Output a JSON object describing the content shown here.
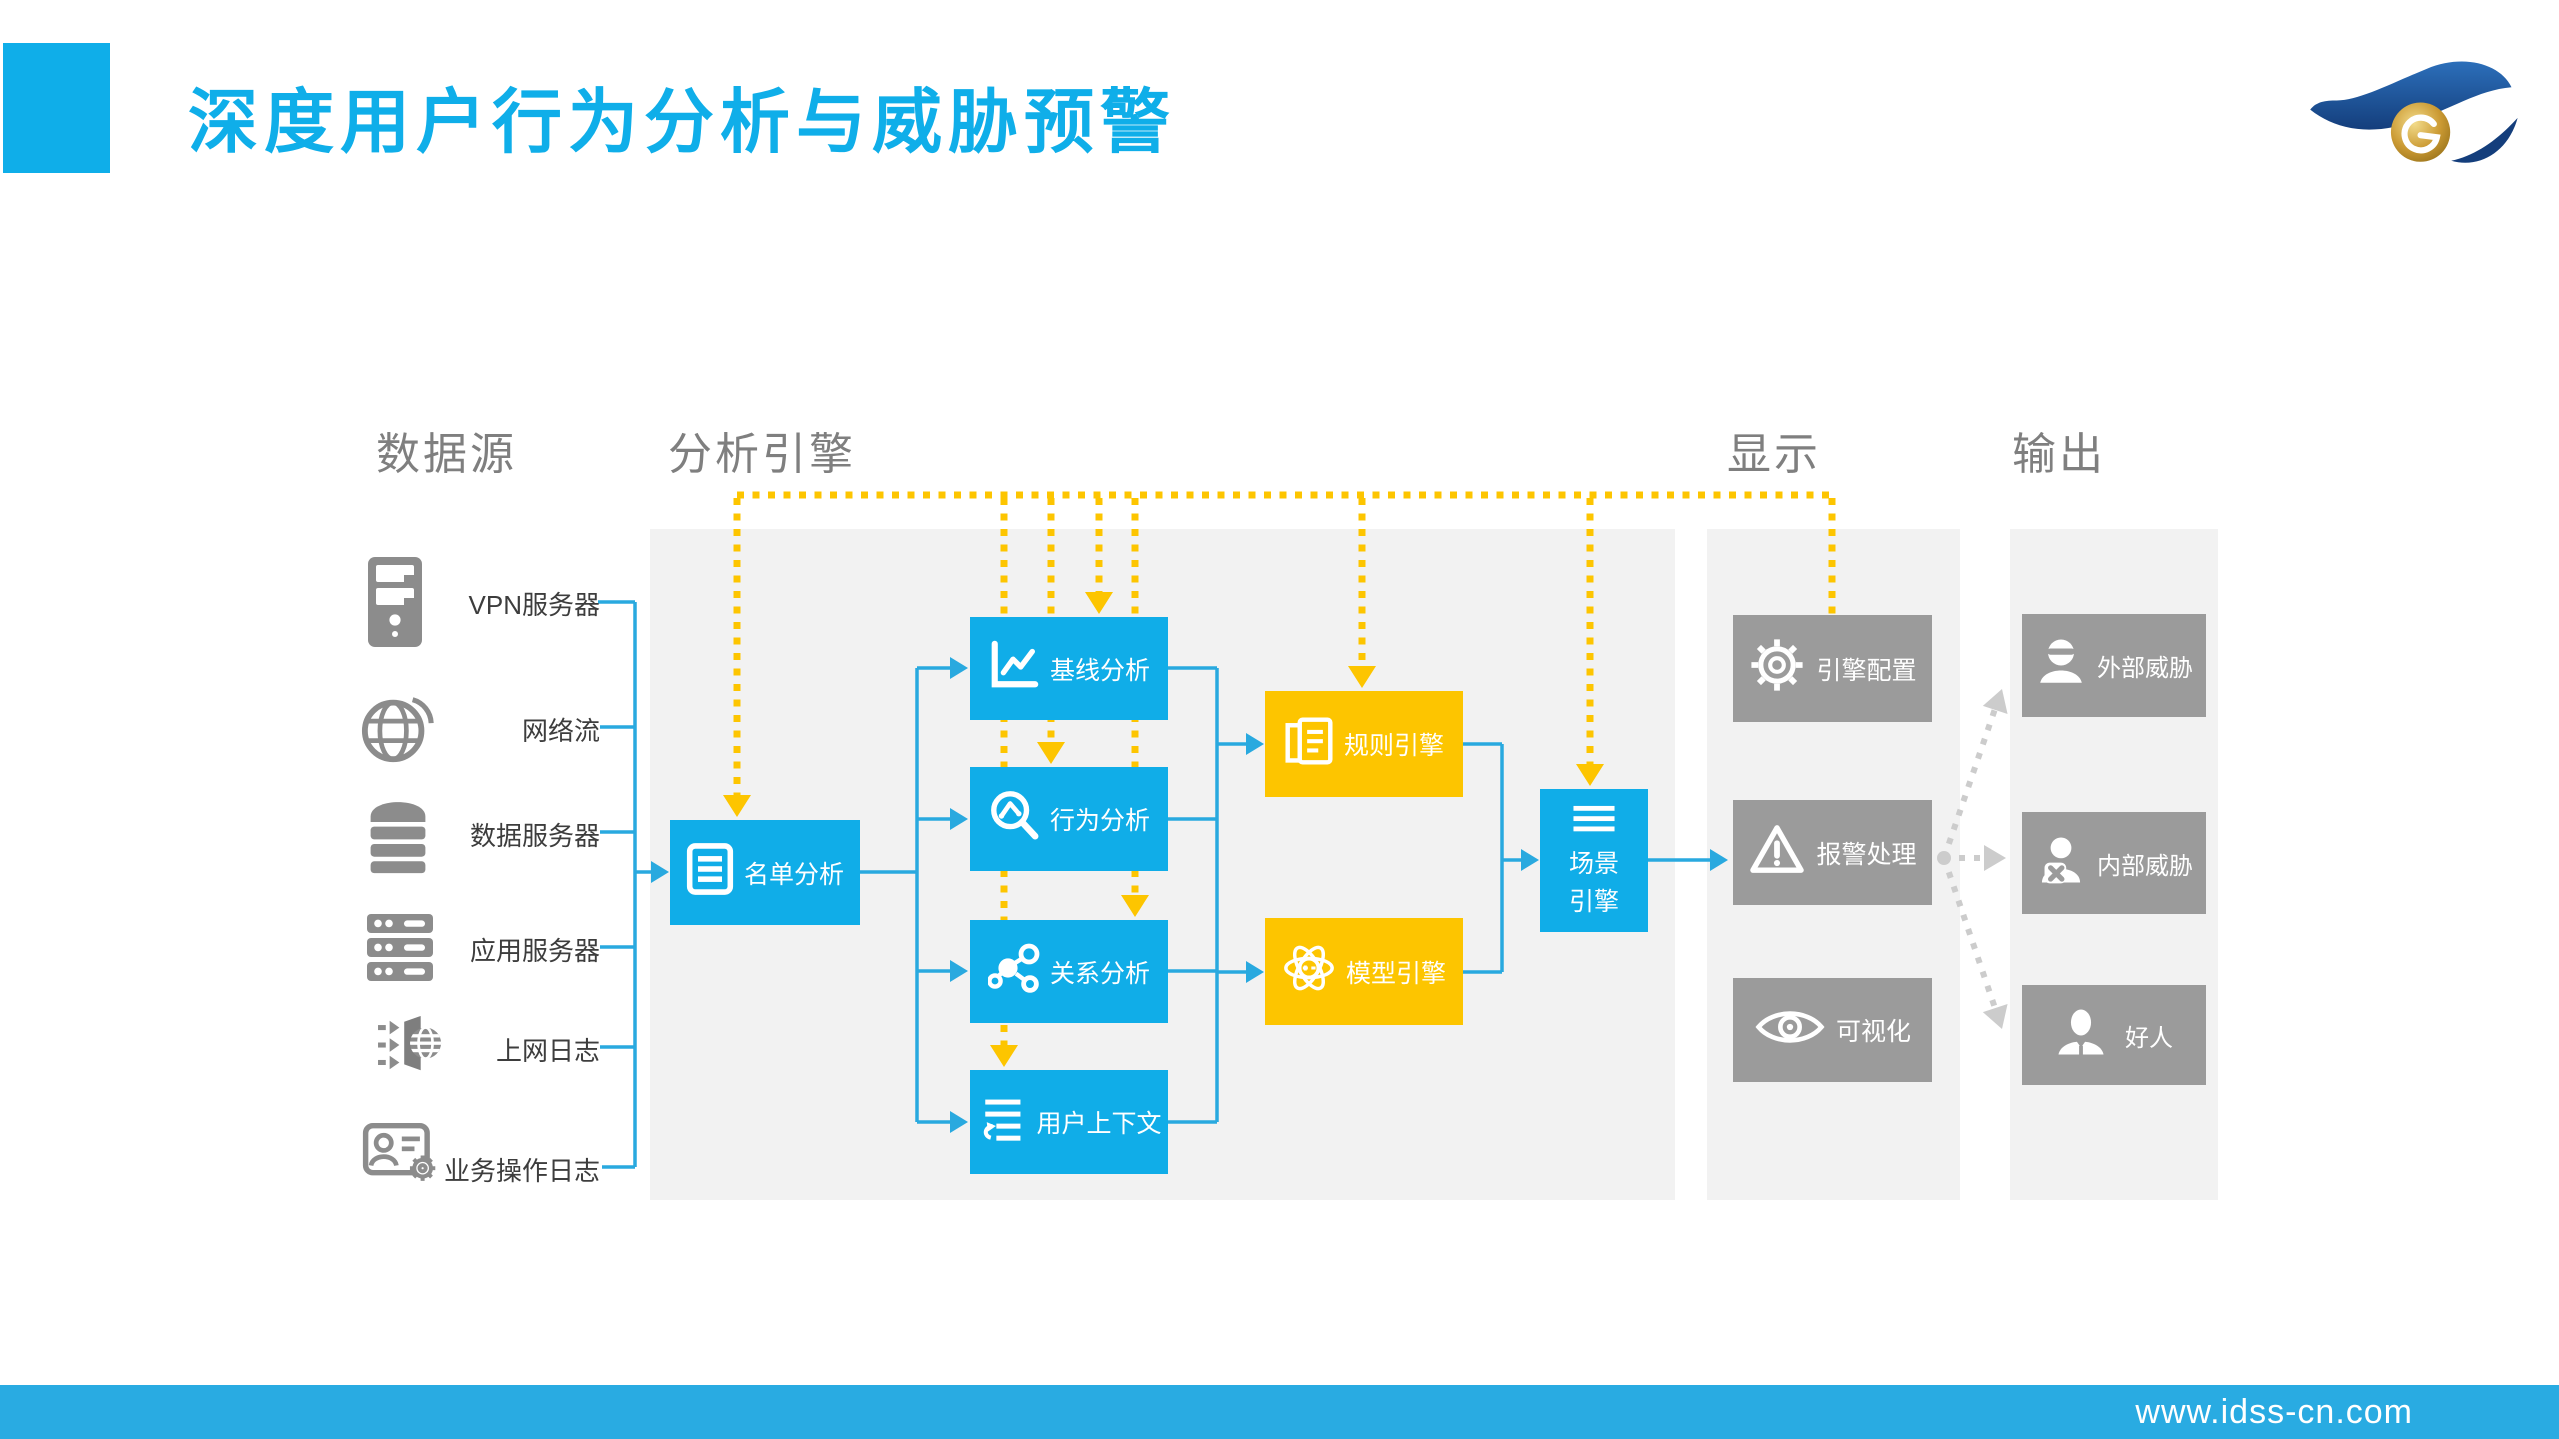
{
  "page": {
    "title": "深度用户行为分析与威胁预警",
    "footer_url": "www.idss-cn.com",
    "logo": "idss-eye-logo"
  },
  "colors": {
    "accent_blue": "#0FAEE9",
    "accent_yellow": "#FDC500",
    "node_gray": "#9B9B9B",
    "panel_gray": "#F2F2F2",
    "header_text_gray": "#7F7F7F",
    "footer_blue": "#29ABE2",
    "connector_dotted_gray": "#CCCCCC"
  },
  "columns": {
    "sources": {
      "header": "数据源",
      "items": [
        {
          "label": "VPN服务器",
          "icon": "server-tower-icon"
        },
        {
          "label": "网络流",
          "icon": "globe-icon"
        },
        {
          "label": "数据服务器",
          "icon": "database-server-icon"
        },
        {
          "label": "应用服务器",
          "icon": "rack-server-icon"
        },
        {
          "label": "上网日志",
          "icon": "web-log-icon"
        },
        {
          "label": "业务操作日志",
          "icon": "operation-log-icon"
        }
      ]
    },
    "analysis": {
      "header": "分析引擎",
      "list_analysis": {
        "label": "名单分析",
        "icon": "list-document-icon"
      },
      "engines": [
        {
          "label": "基线分析",
          "icon": "trend-chart-icon"
        },
        {
          "label": "行为分析",
          "icon": "magnifier-wave-icon"
        },
        {
          "label": "关系分析",
          "icon": "network-nodes-icon"
        },
        {
          "label": "用户上下文",
          "icon": "text-return-icon"
        }
      ],
      "rule_engine": {
        "label": "规则引擎",
        "icon": "documents-icon"
      },
      "model_engine": {
        "label": "模型引擎",
        "icon": "atom-icon"
      },
      "scene_engine": {
        "label_line1": "场景",
        "label_line2": "引擎",
        "icon": "menu-lines-icon"
      }
    },
    "display": {
      "header": "显示",
      "items": [
        {
          "label": "引擎配置",
          "icon": "gear-icon"
        },
        {
          "label": "报警处理",
          "icon": "warning-triangle-icon"
        },
        {
          "label": "可视化",
          "icon": "eye-icon"
        }
      ]
    },
    "output": {
      "header": "输出",
      "items": [
        {
          "label": "外部威胁",
          "icon": "spy-person-icon"
        },
        {
          "label": "内部威胁",
          "icon": "person-x-icon"
        },
        {
          "label": "好人",
          "icon": "businessman-icon"
        }
      ]
    }
  }
}
